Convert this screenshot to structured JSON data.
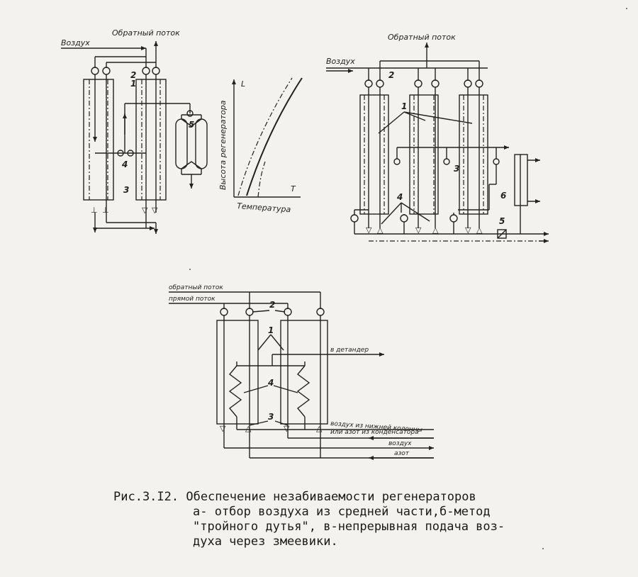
{
  "diagram_a": {
    "label_air": "Воздух",
    "label_reverse_flow": "Обратный поток",
    "axis_y": "Высота регенератора",
    "axis_y_symbol": "L",
    "axis_x": "Температура",
    "axis_x_symbol": "T",
    "num_1": "1",
    "num_2": "2",
    "num_3": "3",
    "num_4": "4",
    "num_5": "5"
  },
  "diagram_b": {
    "label_reverse_flow": "Обратный поток",
    "label_air": "Воздух",
    "num_1": "1",
    "num_2": "2",
    "num_3": "3",
    "num_4": "4",
    "num_5": "5",
    "num_6": "6"
  },
  "diagram_c": {
    "label_reverse_flow": "обратный поток",
    "label_direct_flow": "прямой поток",
    "label_to_expander": "в детандер",
    "label_air_from_column_1": "воздух из нижней колонны",
    "label_air_from_column_2": "или азот из конденсатора",
    "label_air": "воздух",
    "label_nitrogen": "азот",
    "num_1": "1",
    "num_2": "2",
    "num_3": "3",
    "num_4": "4"
  },
  "caption": {
    "line1": "Рис.3.I2. Обеспечение незабиваемости регенераторов",
    "line2": "а- отбор воздуха из средней части,б-метод",
    "line3": "\"тройного дутья\", в-непрерывная подача воз-",
    "line4": "духа через змеевики."
  }
}
